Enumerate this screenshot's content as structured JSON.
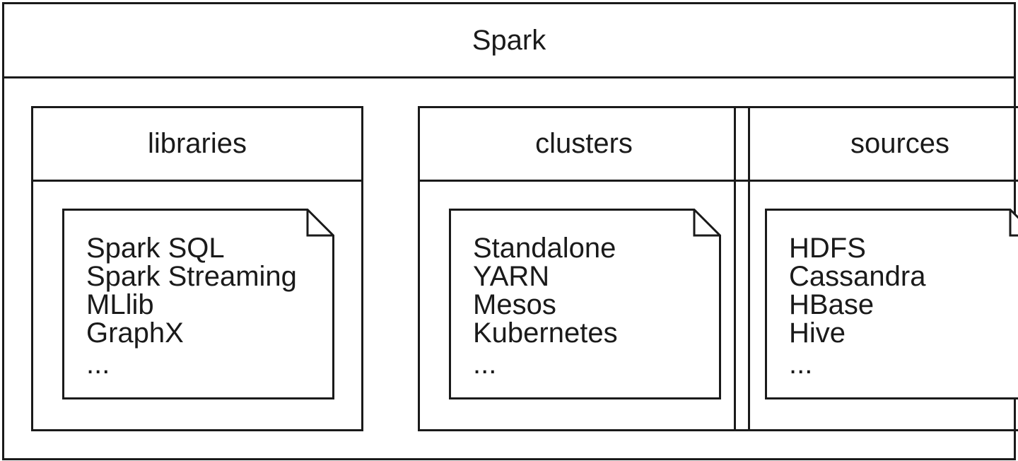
{
  "title": "Spark",
  "packages": [
    {
      "name": "libraries",
      "items": [
        "Spark SQL",
        "Spark Streaming",
        "MLlib",
        "GraphX"
      ],
      "more": "..."
    },
    {
      "name": "clusters",
      "items": [
        "Standalone",
        "YARN",
        "Mesos",
        "Kubernetes"
      ],
      "more": "..."
    },
    {
      "name": "sources",
      "items": [
        "HDFS",
        "Cassandra",
        "HBase",
        "Hive"
      ],
      "more": "..."
    }
  ]
}
